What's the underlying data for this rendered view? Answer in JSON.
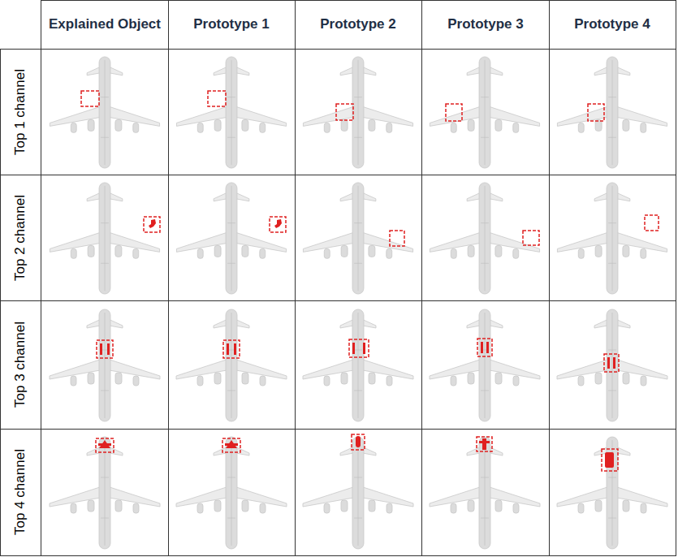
{
  "diagram": {
    "labels": [
      "Explained Object",
      "Prototype 1",
      "Prototype 2",
      "Prototype 3",
      "Prototype 4",
      "Top 1 channel",
      "Top 2 channel",
      "Top 3 channel",
      "Top 4 channel"
    ]
  }
}
